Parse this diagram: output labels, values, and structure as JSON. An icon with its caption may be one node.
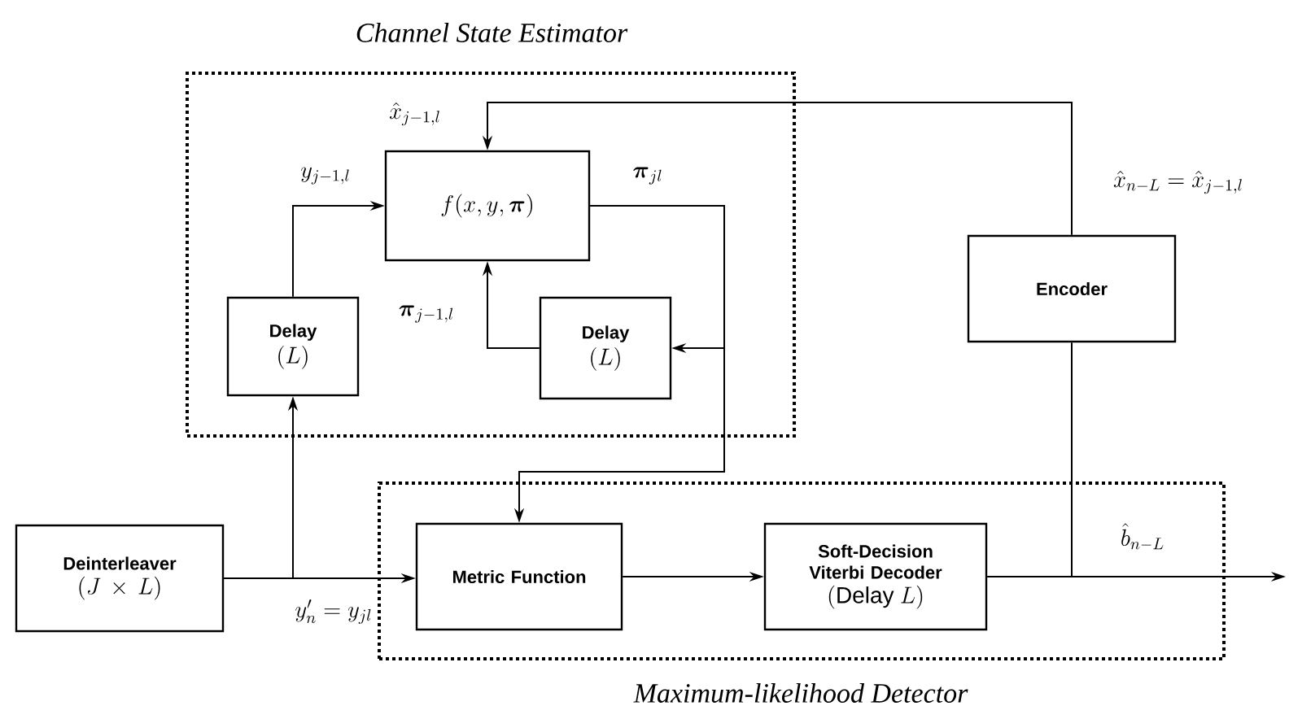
{
  "diagram": {
    "nodes": [
      {
        "text": [
          "Channel State Estimator"
        ]
      },
      {
        "text": [
          "f(x, y, \\boldsymbol{\\pi})"
        ],
        "in": 0
      },
      {
        "text": [
          "Delay",
          "(L)"
        ],
        "in": 0
      },
      {
        "text": [
          "Delay",
          "(L)"
        ],
        "in": 0
      },
      {
        "text": [
          "Encoder"
        ]
      },
      {
        "text": [
          "Deinterleaver",
          "(J \\times L)"
        ]
      },
      {
        "text": [
          "Maximum-likelihood Detector"
        ]
      },
      {
        "text": [
          "Metric Function"
        ],
        "in": 6
      },
      {
        "text": [
          "Soft-Decision Viterbi Decoder",
          "(\\mathrm{Delay}\\ L)"
        ],
        "in": 6
      }
    ],
    "edges": [
      {
        "from": 5,
        "to": 7,
        "arrow": "to",
        "label": "y'_n = y_{jl}"
      },
      {
        "from": 5,
        "to": 2,
        "arrow": "to"
      },
      {
        "from": 2,
        "to": 1,
        "arrow": "to",
        "label": "y_{j-1,l}"
      },
      {
        "from": 1,
        "to": 3,
        "arrow": "to",
        "label": "\\boldsymbol{\\pi}_{jl}"
      },
      {
        "from": 1,
        "to": 7,
        "arrow": "to"
      },
      {
        "from": 3,
        "to": 1,
        "arrow": "to",
        "label": "\\boldsymbol{\\pi}_{j-1,l}"
      },
      {
        "from": 7,
        "to": 8,
        "arrow": "to"
      },
      {
        "from": 8,
        "to": null,
        "arrow": "to",
        "label": "\\hat{b}_{n-L}"
      },
      {
        "from": 8,
        "to": 4,
        "arrow": "none"
      },
      {
        "from": 4,
        "to": 1,
        "arrow": "to",
        "label": "\\hat{x}_{n-L} = \\hat{x}_{j-1,l}"
      }
    ],
    "labels": [
      "\\hat{x}_{j-1,l}"
    ]
  }
}
